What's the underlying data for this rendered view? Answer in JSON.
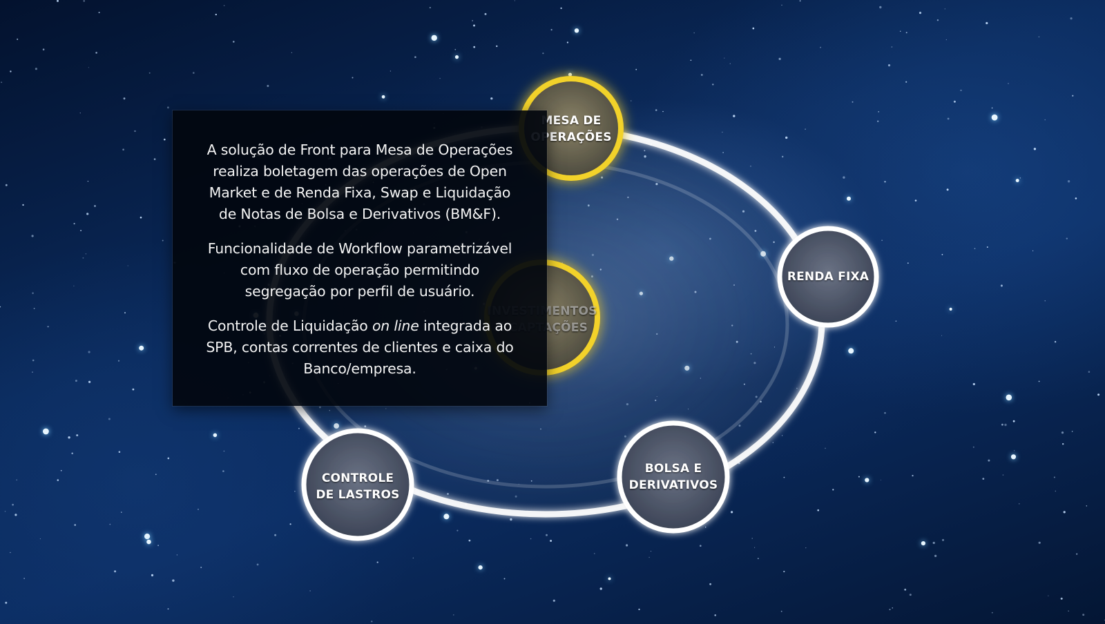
{
  "diagram": {
    "nodes": [
      {
        "id": "mesa",
        "label": "MESA DE\nOPERAÇÕES",
        "highlighted": true
      },
      {
        "id": "renda",
        "label": "RENDA FIXA",
        "highlighted": false
      },
      {
        "id": "bolsa",
        "label": "BOLSA E\nDERIVATIVOS",
        "highlighted": false
      },
      {
        "id": "controle",
        "label": "CONTROLE\nDE LASTROS",
        "highlighted": false
      },
      {
        "id": "investimentos",
        "label": "INVESTIMENTOS\nE CAPTAÇÕES",
        "highlighted": true
      }
    ],
    "colors": {
      "highlight": "#f2d22c",
      "ring": "#ffffff",
      "node_fill": "#4a5568"
    }
  },
  "info_panel": {
    "paragraph_1": "A solução de Front para Mesa de Operações realiza boletagem das operações de Open Market e de Renda Fixa, Swap e Liquidação de Notas de Bolsa e Derivativos (BM&F).",
    "paragraph_2": "Funcionalidade de Workflow parametrizável com fluxo de operação permitindo segregação por perfil de usuário.",
    "paragraph_3_before": "Controle de Liquidação ",
    "paragraph_3_emphasis": "on line",
    "paragraph_3_after": " integrada ao SPB, contas correntes de clientes e caixa do Banco/empresa."
  }
}
